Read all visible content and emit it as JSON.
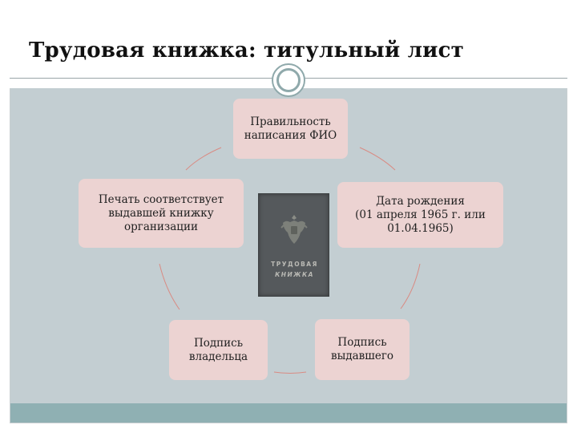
{
  "slide": {
    "title": "Трудовая книжка: титульный лист"
  },
  "diagram": {
    "top": "Правильность\nнаписания ФИО",
    "left": "Печать соответствует\nвыдавшей книжку\nорганизации",
    "right": "Дата рождения\n(01 апреля 1965 г. или\n01.04.1965)",
    "bottom_left": "Подпись\nвладельца",
    "bottom_right": "Подпись\nвыдавшего"
  },
  "book": {
    "line1": "ТРУДОВАЯ",
    "line2": "КНИЖКА"
  },
  "colors": {
    "content_bg": "#c3ced2",
    "band": "#8fb0b3",
    "box": "#ecd3d2",
    "connector": "#d98b83",
    "book": "#55595c"
  }
}
